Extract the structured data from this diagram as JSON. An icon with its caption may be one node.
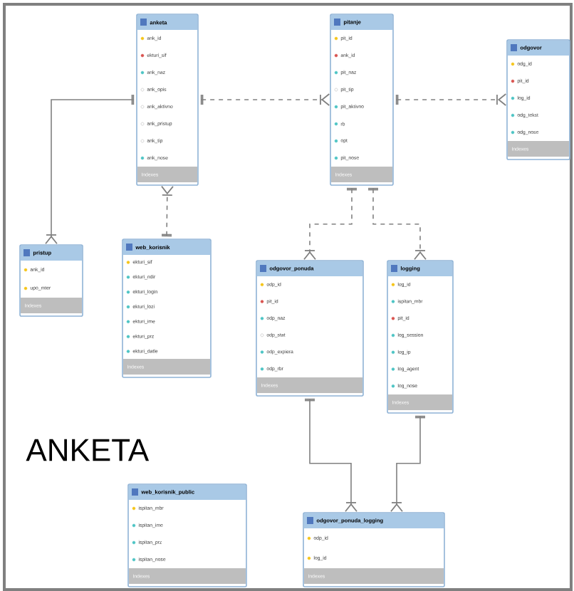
{
  "diagram": {
    "nodes": [
      {
        "text": [
          "anketa",
          "ank_id",
          "ekturi_sif",
          "ank_naz",
          "ank_opis",
          "ank_aktivno",
          "ank_pristup",
          "ank_tip",
          "ank_nose",
          "Indexes"
        ]
      },
      {
        "text": [
          "pitanje",
          "pit_id",
          "ank_id",
          "pit_naz",
          "pit_tip",
          "pit_aktivno",
          "rb",
          "opt",
          "pit_nose",
          "Indexes"
        ]
      },
      {
        "text": [
          "odgovor",
          "odg_id",
          "pit_id",
          "log_id",
          "odg_tekst",
          "odg_nose",
          "Indexes"
        ]
      },
      {
        "text": [
          "pristup",
          "ank_id",
          "upo_mter",
          "Indexes"
        ]
      },
      {
        "text": [
          "web_korisnik",
          "ekturi_sif",
          "ekturi_ndir",
          "ekturi_login",
          "ekturi_lozi",
          "ekturi_ime",
          "ekturi_prz",
          "ekturi_datle",
          "Indexes"
        ]
      },
      {
        "text": [
          "odgovor_ponuda",
          "odp_id",
          "pit_id",
          "odp_naz",
          "odp_stat",
          "odp_expiera",
          "odp_rbr",
          "Indexes"
        ]
      },
      {
        "text": [
          "logging",
          "log_id",
          "ispitan_mbr",
          "pit_id",
          "log_session",
          "log_ip",
          "log_agent",
          "log_nose",
          "Indexes"
        ]
      },
      {
        "text": [
          "web_korisnik_public",
          "ispitan_mbr",
          "ispitan_ime",
          "ispitan_prz",
          "ispitan_nose",
          "Indexes"
        ]
      },
      {
        "text": [
          "odgovor_ponuda_logging",
          "odp_id",
          "log_id",
          "Indexes"
        ]
      }
    ],
    "edges": [
      {
        "from": 0,
        "to": 3,
        "arrow": "other"
      },
      {
        "from": 0,
        "to": 1,
        "arrow": "other",
        "style": "dashed"
      },
      {
        "from": 1,
        "to": 2,
        "arrow": "other",
        "style": "dashed"
      },
      {
        "from": 4,
        "to": 0,
        "arrow": "other",
        "style": "dashed"
      },
      {
        "from": 1,
        "to": 5,
        "arrow": "other",
        "style": "dashed"
      },
      {
        "from": 1,
        "to": 6,
        "arrow": "other",
        "style": "dashed"
      },
      {
        "from": 5,
        "to": 8,
        "arrow": "other"
      },
      {
        "from": 6,
        "to": 8,
        "arrow": "other"
      }
    ],
    "labels": [
      "ANKETA"
    ]
  }
}
